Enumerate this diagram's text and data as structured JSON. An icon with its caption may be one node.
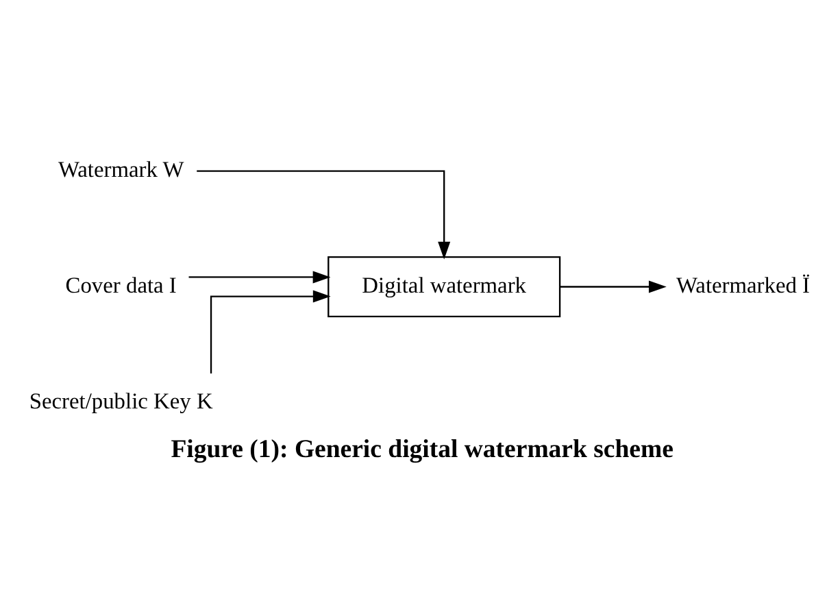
{
  "diagram": {
    "caption": "Figure (1): Generic digital watermark scheme",
    "nodes": [
      {
        "text": [
          "Watermark W"
        ]
      },
      {
        "text": [
          "Cover data I"
        ]
      },
      {
        "text": [
          "Digital watermark"
        ]
      },
      {
        "text": [
          "Watermarked Ï"
        ]
      },
      {
        "text": [
          "Secret/public Key K"
        ]
      }
    ],
    "edges": [
      {
        "from": 0,
        "to": 2,
        "arrow": "to"
      },
      {
        "from": 1,
        "to": 2,
        "arrow": "to"
      },
      {
        "from": 2,
        "to": 3,
        "arrow": "to"
      },
      {
        "from": 4,
        "to": 2,
        "arrow": "to"
      }
    ]
  }
}
